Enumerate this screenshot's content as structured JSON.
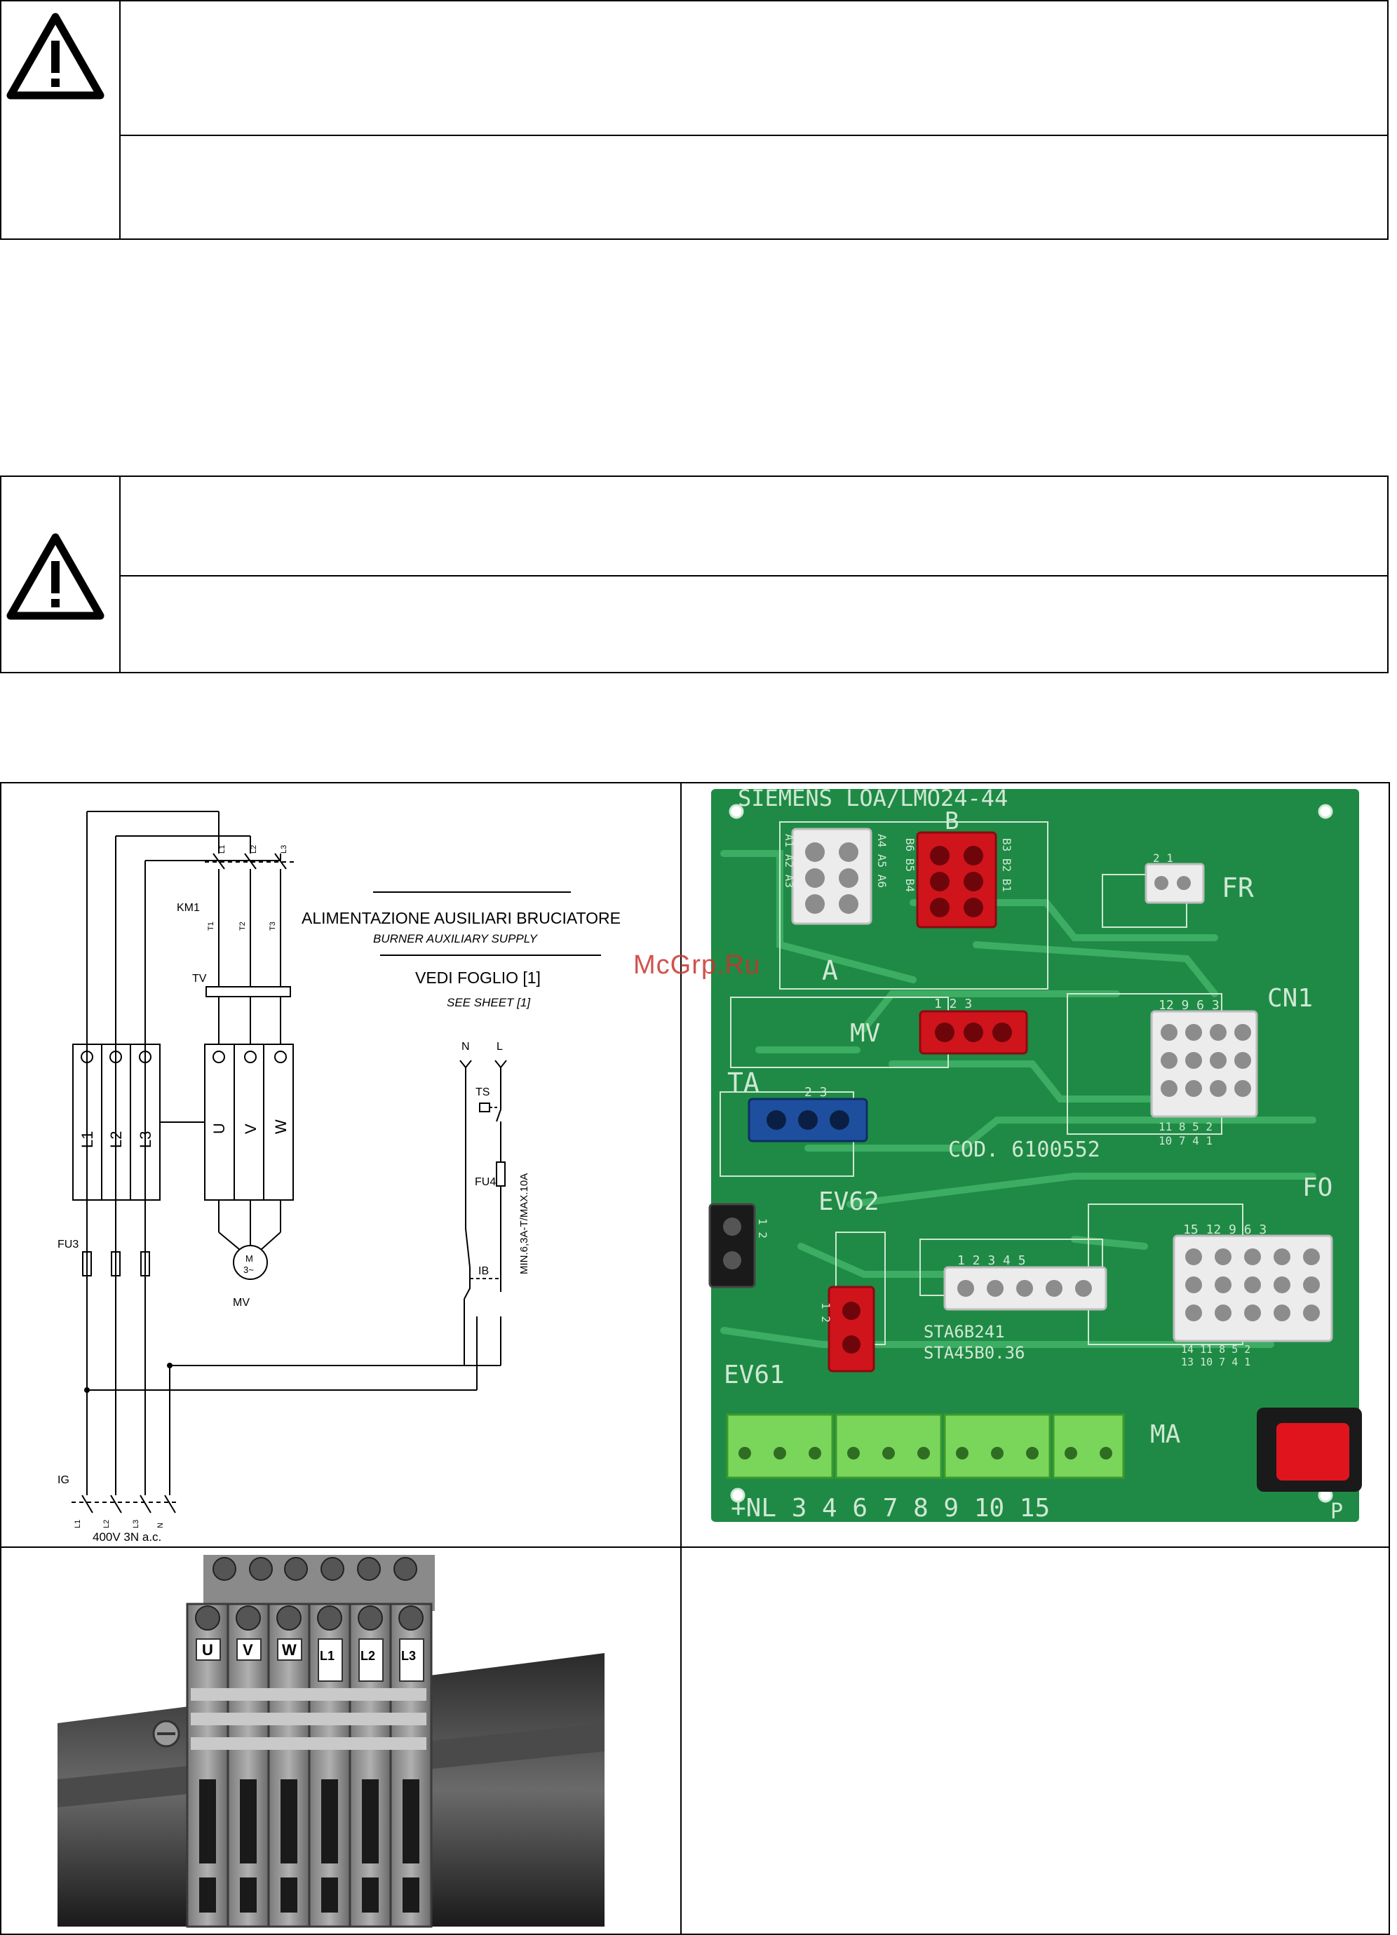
{
  "watermark": "McGrp.Ru",
  "colors": {
    "pcb": "#1f8a45",
    "pcb_dark": "#146a32",
    "trace": "#3cad62",
    "silk": "#cfe8d4",
    "red_conn": "#d0141c",
    "blue_conn": "#1d4f9e",
    "green_term": "#7ad65b",
    "warning_stroke": "#000000"
  },
  "warnings": [
    {
      "icon": "warning-triangle-icon"
    },
    {
      "icon": "warning-triangle-icon"
    }
  ],
  "schematic": {
    "labels": {
      "km1": "KM1",
      "tv": "TV",
      "title_it": "ALIMENTAZIONE AUSILIARI BRUCIATORE",
      "title_en": "BURNER AUXILIARY SUPPLY",
      "sheet_it": "VEDI FOGLIO [1]",
      "sheet_en": "SEE SHEET [1]",
      "n": "N",
      "l": "L",
      "ts": "TS",
      "fu4": "FU4",
      "fu4_rating": "MIN.6,3A-T/MAX.10A",
      "fu3": "FU3",
      "ib": "IB",
      "mv": "MV",
      "motor": "M",
      "motor_phase": "3~",
      "ig": "IG",
      "supply": "400V 3N a.c.",
      "t_l1": "L1",
      "t_l2": "L2",
      "t_l3": "L3",
      "t_u": "U",
      "t_v": "V",
      "t_w": "W",
      "c_l1": "L1",
      "c_l2": "L2",
      "c_l3": "L3",
      "c_t1": "T1",
      "c_t2": "T2",
      "c_t3": "T3",
      "ig_l1": "L1",
      "ig_l2": "L2",
      "ig_l3": "L3",
      "ig_n": "N"
    }
  },
  "pcb": {
    "title": "SIEMENS LOA/LMO24-44",
    "cod": "COD. 6100552",
    "labels": {
      "a": "A",
      "b": "B",
      "fr": "FR",
      "cn1": "CN1",
      "mv": "MV",
      "ta": "TA",
      "ev62": "EV62",
      "ev61": "EV61",
      "fo": "FO",
      "ma": "MA",
      "p": "P",
      "sta1": "STA6B241",
      "sta2": "STA45B0.36",
      "a_left": "A1 A2 A3",
      "a_right": "A4 A5 A6",
      "b_left": "B6 B5 B4",
      "b_right": "B3 B2 B1",
      "fr_pins": "2  1",
      "cn1_top": "12 9 6 3",
      "cn1_bot1": "11 8 5 2",
      "cn1_bot2": "10 7 4 1",
      "mv_pins": "1   2   3",
      "ta_pins": "2   3",
      "ev62_pins": "1  2",
      "ev61_pins": "1  2",
      "sta_pins": "1  2  3  4  5",
      "fo_top": "15 12 9 6 3",
      "fo_bot1": "14 11 8 5 2",
      "fo_bot2": "13 10 7 4 1",
      "term_row": "+NL 3 4 6 7 8 9 10 15"
    }
  },
  "terminal_block": {
    "labels": [
      "U",
      "V",
      "W",
      "L1",
      "L2",
      "L3"
    ]
  }
}
